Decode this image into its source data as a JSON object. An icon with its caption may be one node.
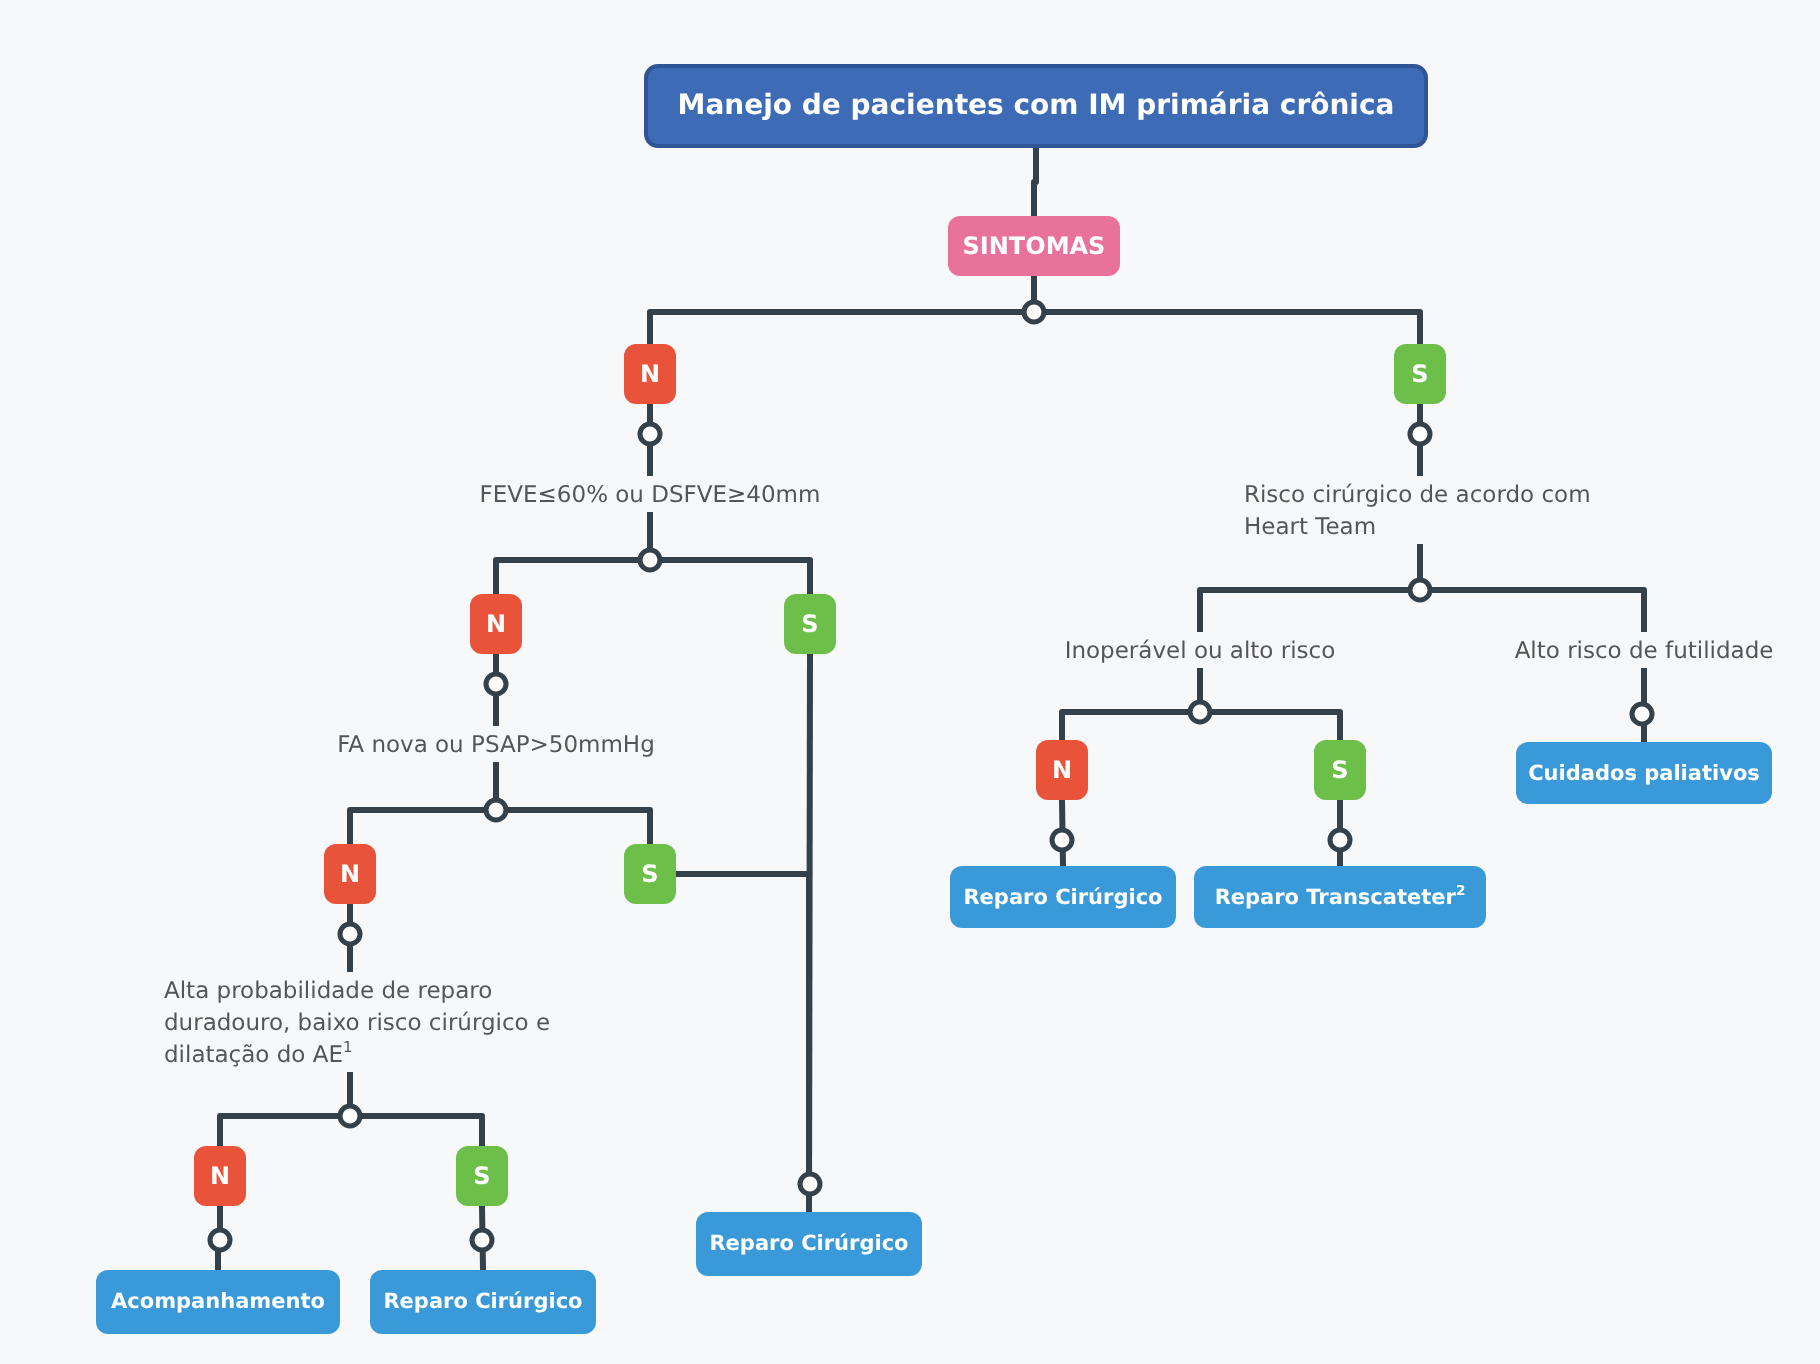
{
  "diagram": {
    "nodes": [
      {
        "text": [
          "Manejo de pacientes com IM primária crônica"
        ]
      },
      {
        "text": [
          "SINTOMAS"
        ]
      },
      {
        "text": [
          "N"
        ]
      },
      {
        "text": [
          "S"
        ]
      },
      {
        "text": [
          "FEVE≤60% ou DSFVE≥40mm"
        ]
      },
      {
        "text": [
          "N"
        ]
      },
      {
        "text": [
          "S"
        ]
      },
      {
        "text": [
          "FA nova ou PSAP>50mmHg"
        ]
      },
      {
        "text": [
          "N"
        ]
      },
      {
        "text": [
          "S"
        ]
      },
      {
        "text": [
          "Alta probabilidade de reparo duradouro, baixo risco cirúrgico e dilatação do AE$^{1}$"
        ]
      },
      {
        "text": [
          "N"
        ]
      },
      {
        "text": [
          "S"
        ]
      },
      {
        "text": [
          "Acompanhamento"
        ]
      },
      {
        "text": [
          "Reparo Cirúrgico"
        ]
      },
      {
        "text": [
          "Reparo Cirúrgico"
        ]
      },
      {
        "text": [
          "Risco  cirúrgico de acordo com Heart Team"
        ]
      },
      {
        "text": [
          "Inoperável ou alto risco"
        ]
      },
      {
        "text": [
          "Alto risco de futilidade"
        ]
      },
      {
        "text": [
          "N"
        ]
      },
      {
        "text": [
          "S"
        ]
      },
      {
        "text": [
          "Cuidados paliativos"
        ]
      },
      {
        "text": [
          "Reparo Cirúrgico"
        ]
      },
      {
        "text": [
          "Reparo Transcateter$^{2}$"
        ]
      }
    ],
    "edges": [
      {
        "from": 0,
        "to": 1,
        "arrow": "none"
      },
      {
        "from": 1,
        "to": 2,
        "arrow": "none"
      },
      {
        "from": 1,
        "to": 3,
        "arrow": "none"
      },
      {
        "from": 2,
        "to": 4,
        "arrow": "none"
      },
      {
        "from": 3,
        "to": 16,
        "arrow": "none"
      },
      {
        "from": 4,
        "to": 5,
        "arrow": "none"
      },
      {
        "from": 4,
        "to": 6,
        "arrow": "none"
      },
      {
        "from": 5,
        "to": 7,
        "arrow": "none"
      },
      {
        "from": 6,
        "to": 15,
        "arrow": "none"
      },
      {
        "from": 9,
        "to": 15,
        "arrow": "none"
      },
      {
        "from": 7,
        "to": 8,
        "arrow": "none"
      },
      {
        "from": 7,
        "to": 9,
        "arrow": "none"
      },
      {
        "from": 8,
        "to": 10,
        "arrow": "none"
      },
      {
        "from": 10,
        "to": 11,
        "arrow": "none"
      },
      {
        "from": 10,
        "to": 12,
        "arrow": "none"
      },
      {
        "from": 11,
        "to": 13,
        "arrow": "none"
      },
      {
        "from": 12,
        "to": 14,
        "arrow": "none"
      },
      {
        "from": 16,
        "to": 17,
        "arrow": "none"
      },
      {
        "from": 16,
        "to": 18,
        "arrow": "none"
      },
      {
        "from": 17,
        "to": 19,
        "arrow": "none"
      },
      {
        "from": 17,
        "to": 20,
        "arrow": "none"
      },
      {
        "from": 18,
        "to": 21,
        "arrow": "none"
      },
      {
        "from": 19,
        "to": 22,
        "arrow": "none"
      },
      {
        "from": 20,
        "to": 23,
        "arrow": "none"
      }
    ]
  }
}
